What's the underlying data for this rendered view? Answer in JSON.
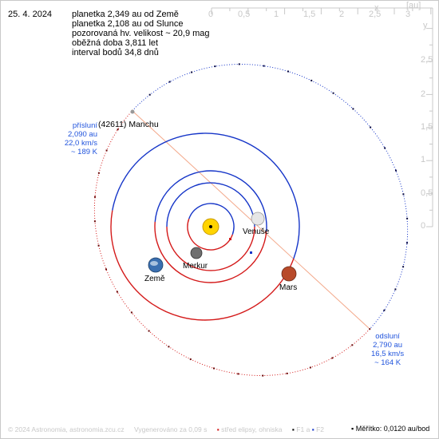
{
  "date": "25. 4. 2024",
  "info": {
    "line1": "planetka 2,349 au od Země",
    "line2": "planetka 2,108 au od Slunce",
    "line3": "pozorovaná hv. velikost ~ 20,9 mag",
    "line4": "oběžná doba 3,811 let",
    "line5": "interval bodů 34,8 dnů"
  },
  "axes": {
    "unit": "[au]",
    "x_symbol": "x",
    "y_symbol": "y",
    "x_ticks": [
      "0",
      "0,5",
      "1",
      "1,5",
      "2",
      "2,5",
      "3"
    ],
    "y_ticks": [
      "2,5",
      "2",
      "1,5",
      "1",
      "0,5",
      "0"
    ]
  },
  "asteroid": {
    "name": "(42611) Manchu"
  },
  "perihelion": {
    "title": "přísluní",
    "distance": "2,090 au",
    "speed": "22,0 km/s",
    "temperature": "~ 189 K"
  },
  "aphelion": {
    "title": "odsluní",
    "distance": "2,790 au",
    "speed": "16,5 km/s",
    "temperature": "~ 164 K"
  },
  "planets": {
    "venus": "Venuše",
    "mercury": "Merkur",
    "earth": "Země",
    "mars": "Mars"
  },
  "colors": {
    "orbit_above": "#1535c8",
    "orbit_below": "#d41a1a",
    "apsis_line": "#f3a88a",
    "label_blue": "#2255dd",
    "sun": "#ffd400",
    "axis_grey": "#c8c8c8"
  },
  "footer": {
    "copyright": "© 2024 Astronomia, astronomia.zcu.cz",
    "generated": "Vygenerováno za 0,09 s",
    "legend_center": "střed elipsy, ohniska",
    "legend_f1": "F1 a",
    "legend_f2": "F2",
    "scale": "Měřítko: 0,0120 au/bod"
  }
}
